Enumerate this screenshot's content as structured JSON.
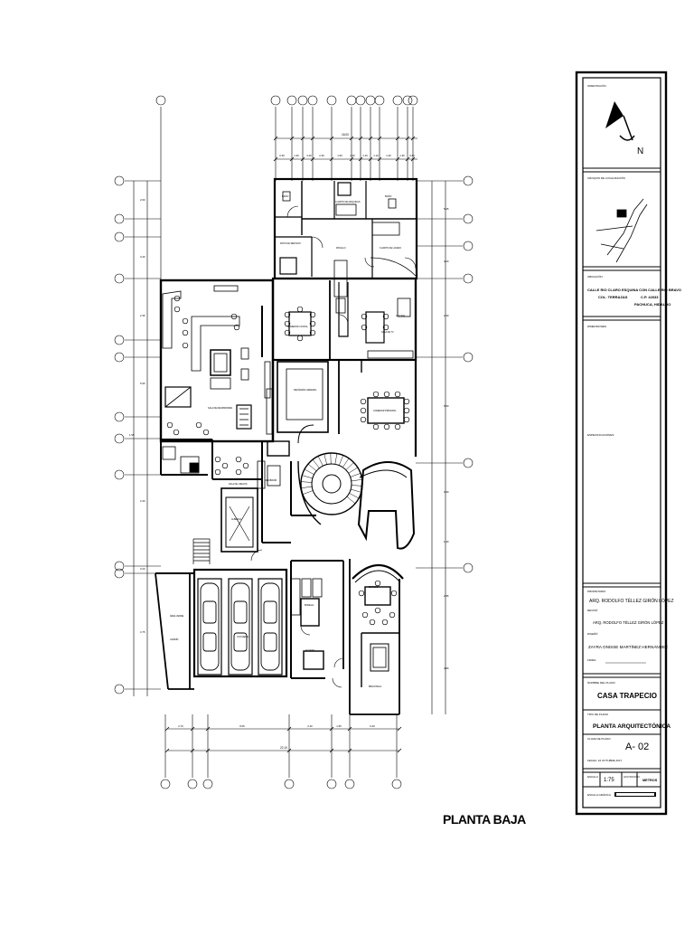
{
  "plan": {
    "caption": "PLANTA BAJA",
    "rooms": {
      "bano1": "BAÑO",
      "cuarto_maquinas": "CUARTO DE MAQUINAS",
      "bano2": "BAÑO",
      "pasillo": "PASILLO",
      "cuarto_lavado": "CUARTO DE LAVADO",
      "patio": "PATIO DE SERVICIO",
      "comedor_cocina": "COMEDOR COCINA",
      "cocina": "COCINA",
      "sala_tv": "SALA DE TV",
      "recamara": "RECÁMARA GENERAL",
      "sala_recibidores": "SALA DE RECIBIDORES",
      "comedor": "COMEDOR PRINCIPAL",
      "sala_juegos": "SALA DE JUEGOS",
      "recibidor": "RECIBIDOR",
      "alberca": "ALBERCA",
      "estudio": "ESTUDIO",
      "cochera": "COCHERA",
      "bodega": "BODEGA",
      "jardin": "JARDÍN",
      "acceso": "ACCESO",
      "biblioteca": "BIBLIOTECA",
      "area_verde": "ÁREA VERDE"
    },
    "dims_top": [
      "0.30",
      "1.30",
      "3.40",
      "2.30",
      "1.60",
      "1.40",
      "1.10",
      "1.10",
      "1.20",
      "1.30",
      "0.60"
    ],
    "dims_top_total": "18.00",
    "dims_bottom": [
      "2.70",
      "8.05",
      "2.40",
      "1.65",
      "6.20"
    ],
    "dims_bottom_total": "22.10",
    "dims_right": [
      "5.25",
      "4.20",
      "2.40",
      "5.50",
      "3.30",
      "1.40",
      "2.95",
      "4.80"
    ],
    "dims_left": [
      "2.60",
      "3.40",
      "2.35",
      "5.90",
      "1.55",
      "2.30",
      "3.20",
      "3.75"
    ]
  },
  "title_block": {
    "orientacion_label": "ORIENTACIÓN",
    "north": "N",
    "croquis_label": "CROQUIS DE LOCALIZACIÓN",
    "ubicacion_label": "UBICACIÓN",
    "address_line1": "CALLE RIO CLARO ESQUINA CON CALLE RIO BRAVO",
    "address_line2": "COL. TERRAZAS",
    "address_cp": "C.P. 42033",
    "address_state": "PACHUCA, HIDALGO",
    "dimensiones_label": "DIMENSIONES",
    "especificaciones_label": "ESPECIFICACIONES",
    "propietario_label": "PROPIETARIO",
    "propietario": "ARQ. RODOLFO TÉLLEZ GIRÓN LÓPEZ",
    "reviso_label": "REVISÓ",
    "reviso": "ARQ. RODOLFO TÉLLEZ GIRÓN LÓPEZ",
    "diseno_label": "DISEÑÓ",
    "diseno": "ZAYRA ONISSE MARTÍNEZ HERNÁNDEZ",
    "firma_label": "FIRMA",
    "nombre_label": "NOMBRE DEL PLANO",
    "nombre": "CASA TRAPECIO",
    "tipo_label": "TIPO DE PLANO",
    "tipo": "PLANTA ARQUITECTÓNICA",
    "clave_label": "CLAVE DE PLANO",
    "clave": "A- 02",
    "fecha": "FECHA: 16 OCTUBRE 2017",
    "escala_label": "ESCALA",
    "escala": "1:75",
    "acotacion_label": "ACOTACIÓN",
    "acotacion": "METROS",
    "escala_grafica_label": "ESCALA GRÁFICA"
  }
}
